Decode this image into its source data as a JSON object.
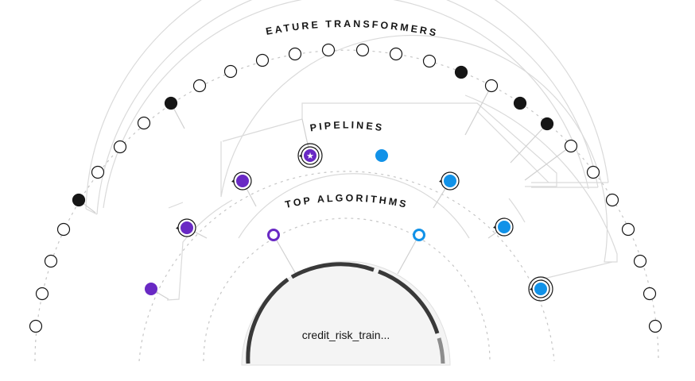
{
  "labels": {
    "feature_transformers": "FEATURE TRANSFORMERS",
    "pipelines": "PIPELINES",
    "top_algorithms": "TOP ALGORITHMS",
    "center": "credit_risk_train..."
  },
  "colors": {
    "purple": "#6929c4",
    "blue": "#1192e8",
    "black": "#161616",
    "ring": "#c6c6c6",
    "bracket": "#e0e0e0",
    "hub_fill": "#f4f4f4"
  },
  "feature_transformers": {
    "nodes": [
      {
        "state": "empty"
      },
      {
        "state": "empty"
      },
      {
        "state": "empty"
      },
      {
        "state": "empty"
      },
      {
        "state": "filled"
      },
      {
        "state": "empty"
      },
      {
        "state": "empty"
      },
      {
        "state": "empty"
      },
      {
        "state": "filled"
      },
      {
        "state": "empty"
      },
      {
        "state": "empty"
      },
      {
        "state": "empty"
      },
      {
        "state": "empty"
      },
      {
        "state": "empty"
      },
      {
        "state": "empty"
      },
      {
        "state": "empty"
      },
      {
        "state": "empty"
      },
      {
        "state": "filled"
      },
      {
        "state": "empty"
      },
      {
        "state": "filled"
      },
      {
        "state": "filled"
      },
      {
        "state": "empty"
      },
      {
        "state": "empty"
      },
      {
        "state": "empty"
      },
      {
        "state": "empty"
      },
      {
        "state": "empty"
      },
      {
        "state": "empty"
      }
    ]
  },
  "pipelines": {
    "nodes": [
      {
        "color": "purple",
        "ring": false,
        "star": false
      },
      {
        "color": "purple",
        "ring": true,
        "star": false
      },
      {
        "color": "purple",
        "ring": true,
        "star": false
      },
      {
        "color": "purple",
        "ring": true,
        "star": true
      },
      {
        "color": "blue",
        "ring": false,
        "star": false
      },
      {
        "color": "blue",
        "ring": true,
        "star": false
      },
      {
        "color": "blue",
        "ring": true,
        "star": false
      },
      {
        "color": "blue",
        "ring": true,
        "star": false,
        "double": true
      }
    ]
  },
  "top_algorithms": {
    "nodes": [
      {
        "color": "purple"
      },
      {
        "color": "blue"
      }
    ]
  }
}
